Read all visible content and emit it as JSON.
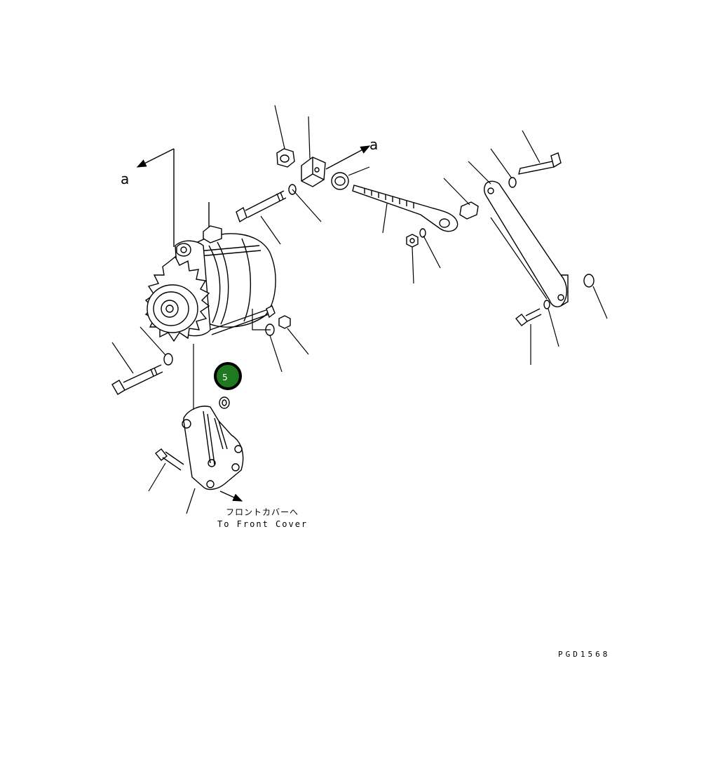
{
  "diagram": {
    "view_arrow_label_left": "a",
    "view_arrow_label_right": "a",
    "callout": {
      "number": "5",
      "fill": "#1f7a1f",
      "ring": "#000000",
      "text_color": "#ffffff"
    },
    "front_cover_jp": "フロントカバーへ",
    "front_cover_en": "To Front Cover",
    "drawing_code": "PGD1568"
  }
}
